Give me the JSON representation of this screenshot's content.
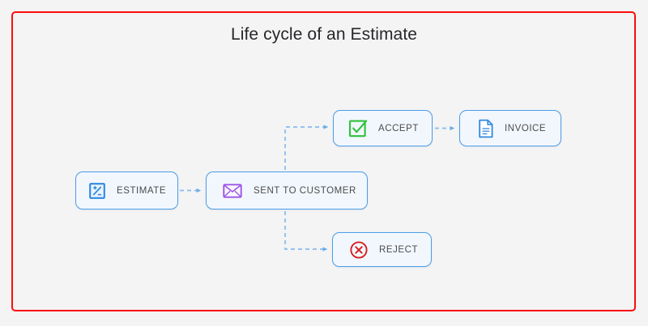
{
  "frame": {
    "border_color": "#fb0d0d",
    "background": "#f4f4f4"
  },
  "title": "Life cycle of an Estimate",
  "theme": {
    "node_fill": "#f2f7fd",
    "node_border": "#4c9ce8",
    "label_color": "#4b4b4d",
    "connector_color": "#7eb6ee",
    "icon_blue": "#2f89e0",
    "icon_purple": "#9b55e6",
    "icon_green": "#2fc23a",
    "icon_red": "#d61f1f"
  },
  "nodes": [
    {
      "id": "estimate",
      "label": "ESTIMATE",
      "icon": "plus-minus-square-icon",
      "icon_color": "#2f89e0"
    },
    {
      "id": "sent",
      "label": "SENT TO CUSTOMER",
      "icon": "envelope-icon",
      "icon_color": "#9b55e6"
    },
    {
      "id": "accept",
      "label": "ACCEPT",
      "icon": "check-square-icon",
      "icon_color": "#2fc23a"
    },
    {
      "id": "invoice",
      "label": "INVOICE",
      "icon": "document-icon",
      "icon_color": "#2f89e0"
    },
    {
      "id": "reject",
      "label": "REJECT",
      "icon": "circle-x-icon",
      "icon_color": "#d61f1f"
    }
  ],
  "connectors": [
    {
      "from": "estimate",
      "to": "sent",
      "style": "dashed",
      "arrow": true
    },
    {
      "from": "sent",
      "to": "accept",
      "style": "dashed",
      "arrow": true
    },
    {
      "from": "sent",
      "to": "reject",
      "style": "dashed",
      "arrow": true
    },
    {
      "from": "accept",
      "to": "invoice",
      "style": "dashed",
      "arrow": true
    }
  ]
}
